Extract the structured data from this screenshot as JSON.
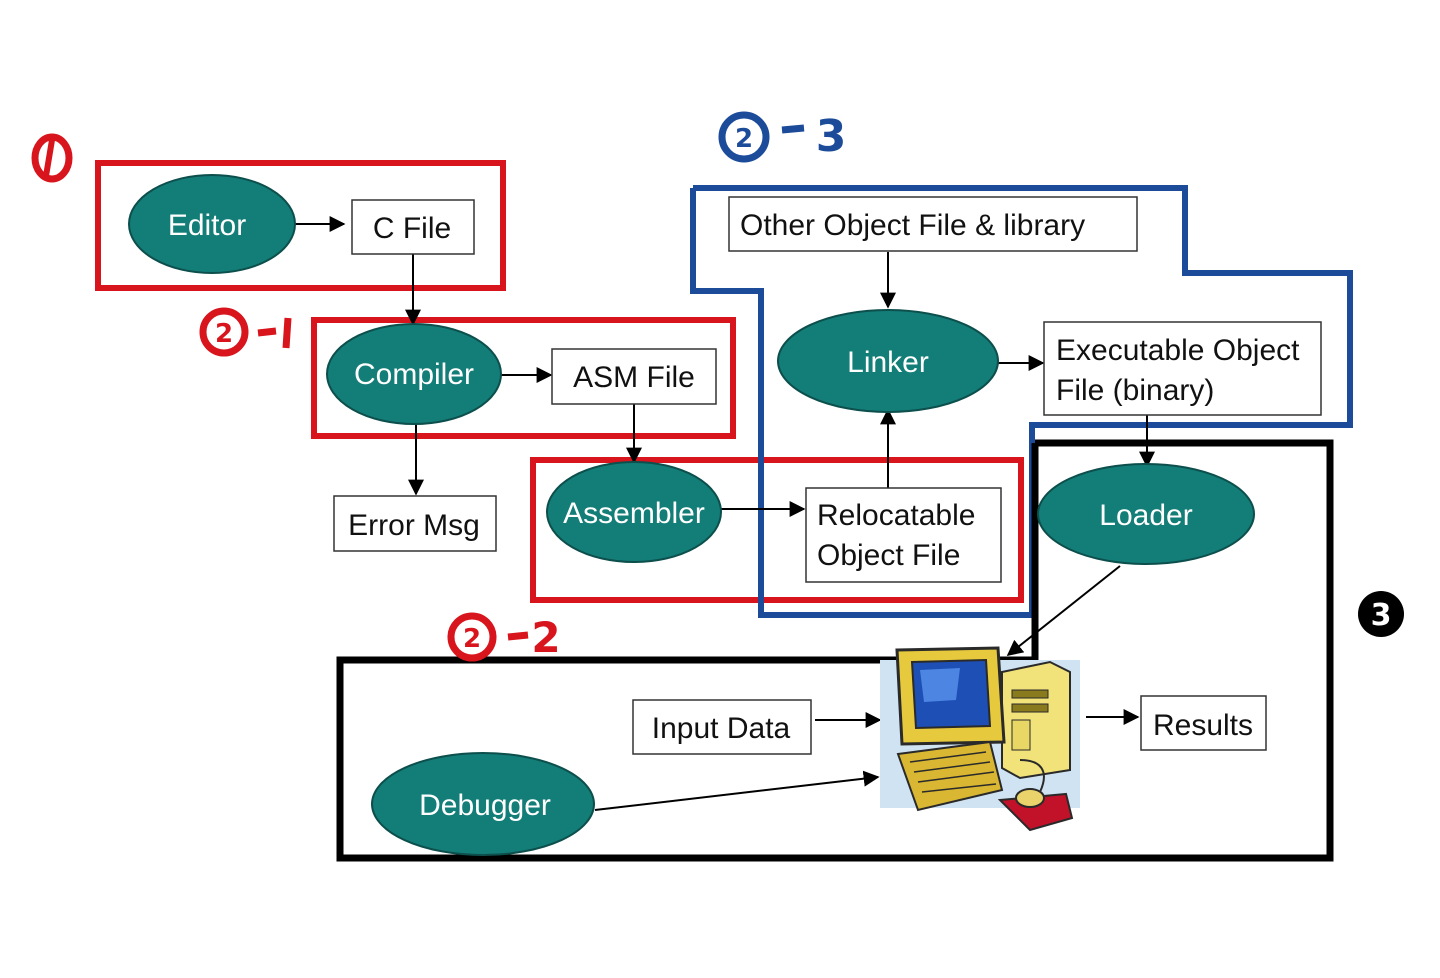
{
  "nodes": {
    "editor": "Editor",
    "c_file": "C File",
    "compiler": "Compiler",
    "asm_file": "ASM File",
    "error_msg": "Error Msg",
    "assembler": "Assembler",
    "relocatable_l1": "Relocatable",
    "relocatable_l2": "Object File",
    "other_obj": "Other Object File & library",
    "linker": "Linker",
    "executable_l1": "Executable Object",
    "executable_l2": "File (binary)",
    "loader": "Loader",
    "input_data": "Input Data",
    "results": "Results",
    "debugger": "Debugger",
    "computer": "computer-clipart"
  },
  "annotations": {
    "step1": "①",
    "step2_1": "②-1",
    "step2_2": "②-2",
    "step2_3": "②-3",
    "step3": "③"
  },
  "colors": {
    "node_fill": "#137d78",
    "red": "#d8141c",
    "blue": "#1c4b9a",
    "black": "#000000"
  }
}
